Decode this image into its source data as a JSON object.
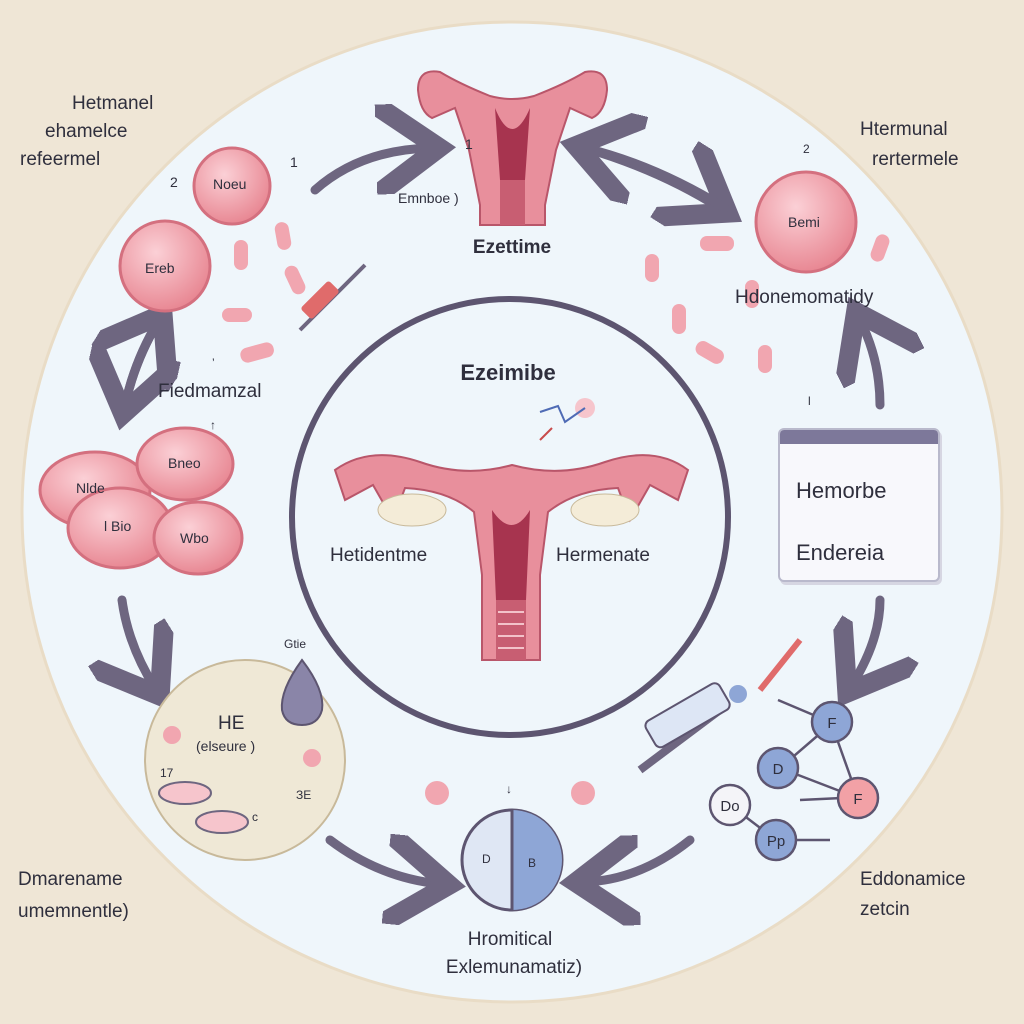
{
  "center": {
    "title": "Ezeimibe",
    "left_label": "Hetidentme",
    "right_label": "Hermenate"
  },
  "top": {
    "number": "1",
    "small_label": "Emnboe )",
    "title": "Ezettime"
  },
  "top_left": {
    "heading_lines": [
      "Hetmanel",
      "ehamelce",
      "refeermel"
    ],
    "number_a": "2",
    "number_b": "1",
    "pill_labels": [
      "Noeu",
      "Ereb"
    ]
  },
  "top_right": {
    "heading_lines": [
      "Htermunal",
      "rertermele"
    ],
    "number": "2",
    "pill_label": "Bemi",
    "caption": "Hdonemomatidy",
    "mark": "l"
  },
  "left": {
    "mark": "’",
    "caption": "Fiedmamzal",
    "arrow_mark": "↑",
    "pill_labels": [
      "Nlde",
      "Bneo",
      "l Bio",
      "Wbo"
    ]
  },
  "right_box": {
    "line1": "Hemorbe",
    "line2": "Endereia"
  },
  "bottom_left": {
    "drop_label": "Gtie",
    "title": "HE",
    "subtitle": "(elseure )",
    "mark_a": "17",
    "mark_b": "c",
    "mark_c": "ЗЕ",
    "heading_lines": [
      "Dmarename",
      "umemnentle)"
    ]
  },
  "bottom": {
    "arrow_mark": "↓",
    "sphere_left": "D",
    "sphere_right": "B",
    "caption_lines": [
      "Hromitical",
      "Exlemunamatiz)"
    ]
  },
  "bottom_right": {
    "nodes": [
      "F",
      "D",
      "F",
      "Do",
      "Pp"
    ],
    "heading_lines": [
      "Eddonamice",
      "zetcin"
    ]
  },
  "colors": {
    "background": "#efe6d6",
    "disc": "#eff6fb",
    "ring": "#5d5570",
    "arrow": "#6e6680",
    "pill": "#ee9aa5",
    "uterus": "#e88f9c",
    "node": "#8ea6d6",
    "node_alt": "#f2a1a6"
  }
}
